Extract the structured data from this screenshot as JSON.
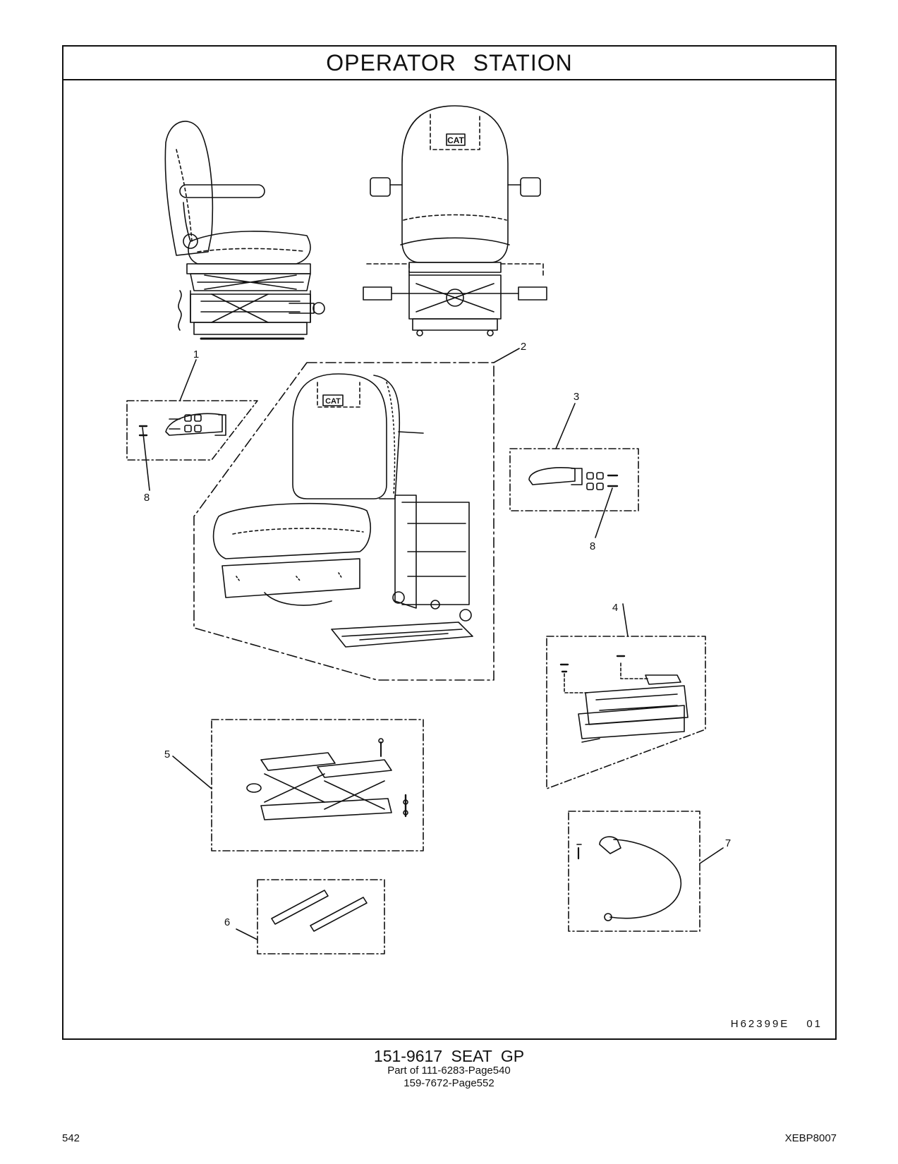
{
  "header": {
    "title": "OPERATOR   STATION"
  },
  "figure": {
    "code": "H62399E",
    "revision": "01",
    "callouts": [
      "1",
      "2",
      "3",
      "4",
      "5",
      "6",
      "7",
      "8",
      "8"
    ],
    "emblem_text": "CAT"
  },
  "caption": {
    "title": "151-9617  SEAT  GP",
    "line1": "Part of 111-6283-Page540",
    "line2": "159-7672-Page552"
  },
  "footer": {
    "page_number": "542",
    "doc_code": "XEBP8007"
  }
}
